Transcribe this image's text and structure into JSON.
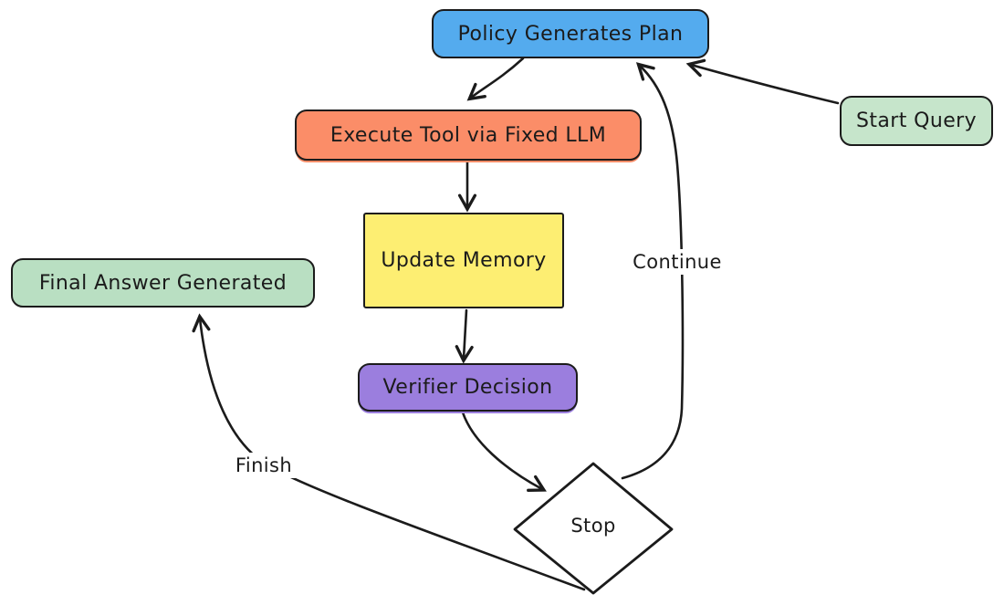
{
  "diagram": {
    "nodes": [
      {
        "id": "policy",
        "label": "Policy Generates Plan",
        "shape": "rounded-rectangle",
        "fill": "#54abee"
      },
      {
        "id": "start",
        "label": "Start Query",
        "shape": "rounded-rectangle",
        "fill": "#c6e5cb"
      },
      {
        "id": "execute",
        "label": "Execute Tool via Fixed LLM",
        "shape": "rounded-rectangle",
        "fill": "#fb8d68"
      },
      {
        "id": "memory",
        "label": "Update Memory",
        "shape": "rectangle",
        "fill": "#fdee72"
      },
      {
        "id": "verifier",
        "label": "Verifier Decision",
        "shape": "rounded-rectangle",
        "fill": "#9b7ede"
      },
      {
        "id": "stop",
        "label": "Stop",
        "shape": "diamond",
        "fill": "#ffffff"
      },
      {
        "id": "final",
        "label": "Final Answer Generated",
        "shape": "rounded-rectangle",
        "fill": "#b9dfc2"
      }
    ],
    "edges": [
      {
        "from": "Start Query",
        "to": "Policy Generates Plan",
        "label": ""
      },
      {
        "from": "Policy Generates Plan",
        "to": "Execute Tool via Fixed LLM",
        "label": ""
      },
      {
        "from": "Execute Tool via Fixed LLM",
        "to": "Update Memory",
        "label": ""
      },
      {
        "from": "Update Memory",
        "to": "Verifier Decision",
        "label": ""
      },
      {
        "from": "Verifier Decision",
        "to": "Stop",
        "label": ""
      },
      {
        "from": "Stop",
        "to": "Policy Generates Plan",
        "label": "Continue"
      },
      {
        "from": "Stop",
        "to": "Final Answer Generated",
        "label": "Finish"
      }
    ],
    "colors": {
      "stroke": "#1b1b1b",
      "background": "#ffffff",
      "node_blue": "#54abee",
      "node_green_light": "#c6e5cb",
      "node_green": "#b9dfc2",
      "node_orange": "#fb8d68",
      "node_yellow": "#fdee72",
      "node_purple": "#9b7ede",
      "node_white": "#ffffff"
    }
  }
}
